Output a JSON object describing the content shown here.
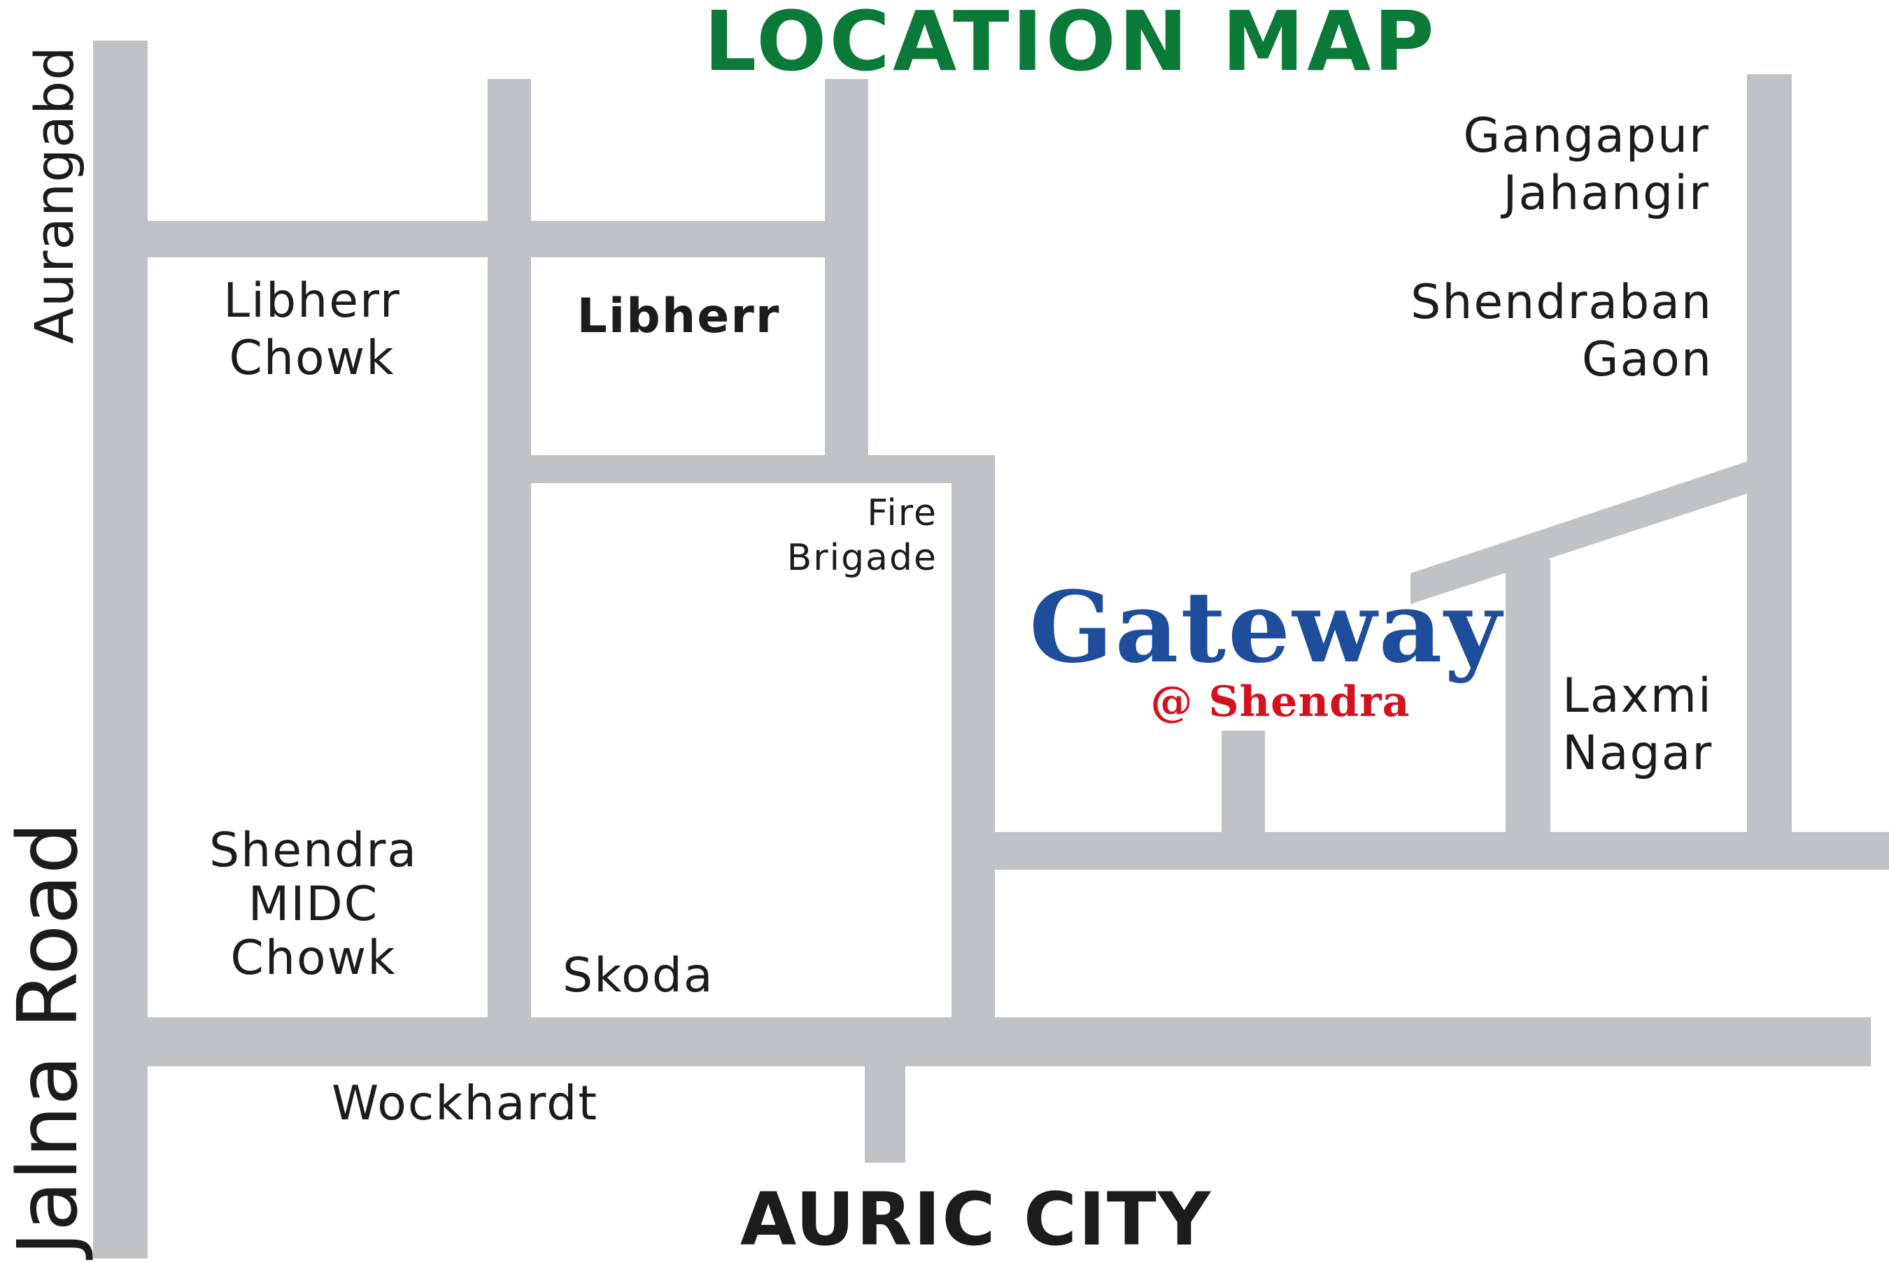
{
  "title": "LOCATION MAP",
  "bottom_title": "AURIC CITY",
  "colors": {
    "title": "#0b7a38",
    "road": "#bfc2c6",
    "brand_primary": "#1e4d9c",
    "brand_secondary": "#d4121e",
    "label_text": "#1c1c1c"
  },
  "brand": {
    "name": "Gateway",
    "subtitle": "@ Shendra"
  },
  "road_labels": {
    "aurangabad": "Aurangabd",
    "jalna_road": "Jalna Road"
  },
  "places": {
    "libherr_chowk": [
      "Libherr",
      "Chowk"
    ],
    "libherr": "Libherr",
    "fire_brigade": [
      "Fire",
      "Brigade"
    ],
    "gangapur_jahangir": [
      "Gangapur",
      "Jahangir"
    ],
    "shendraban_gaon": [
      "Shendraban",
      "Gaon"
    ],
    "laxmi_nagar": [
      "Laxmi",
      "Nagar"
    ],
    "shendra_midc_chowk": [
      "Shendra",
      "MIDC",
      "Chowk"
    ],
    "skoda": "Skoda",
    "wockhardt": "Wockhardt"
  }
}
